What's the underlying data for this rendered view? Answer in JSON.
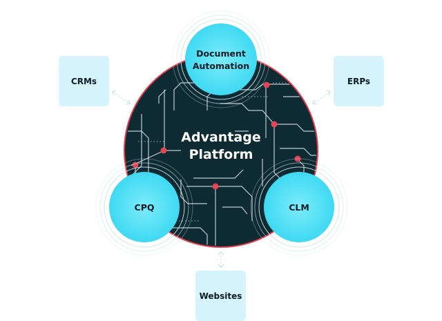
{
  "platform": {
    "title_line1": "Advantage",
    "title_line2": "Platform"
  },
  "nodes": {
    "document_automation": {
      "line1": "Document",
      "line2": "Automation"
    },
    "cpq": {
      "label": "CPQ"
    },
    "clm": {
      "label": "CLM"
    }
  },
  "integrations": {
    "crms": "CRMs",
    "erps": "ERPs",
    "websites": "Websites"
  },
  "colors": {
    "platform_fill": "#0e2a33",
    "circuit_line": "#dfe9ec",
    "platform_rim": "#e53b4a",
    "node_fill": "#52e2f8",
    "node_ring": "#cfe4ea",
    "box_fill": "#d6f4fb",
    "connector_dot": "#e24555"
  }
}
